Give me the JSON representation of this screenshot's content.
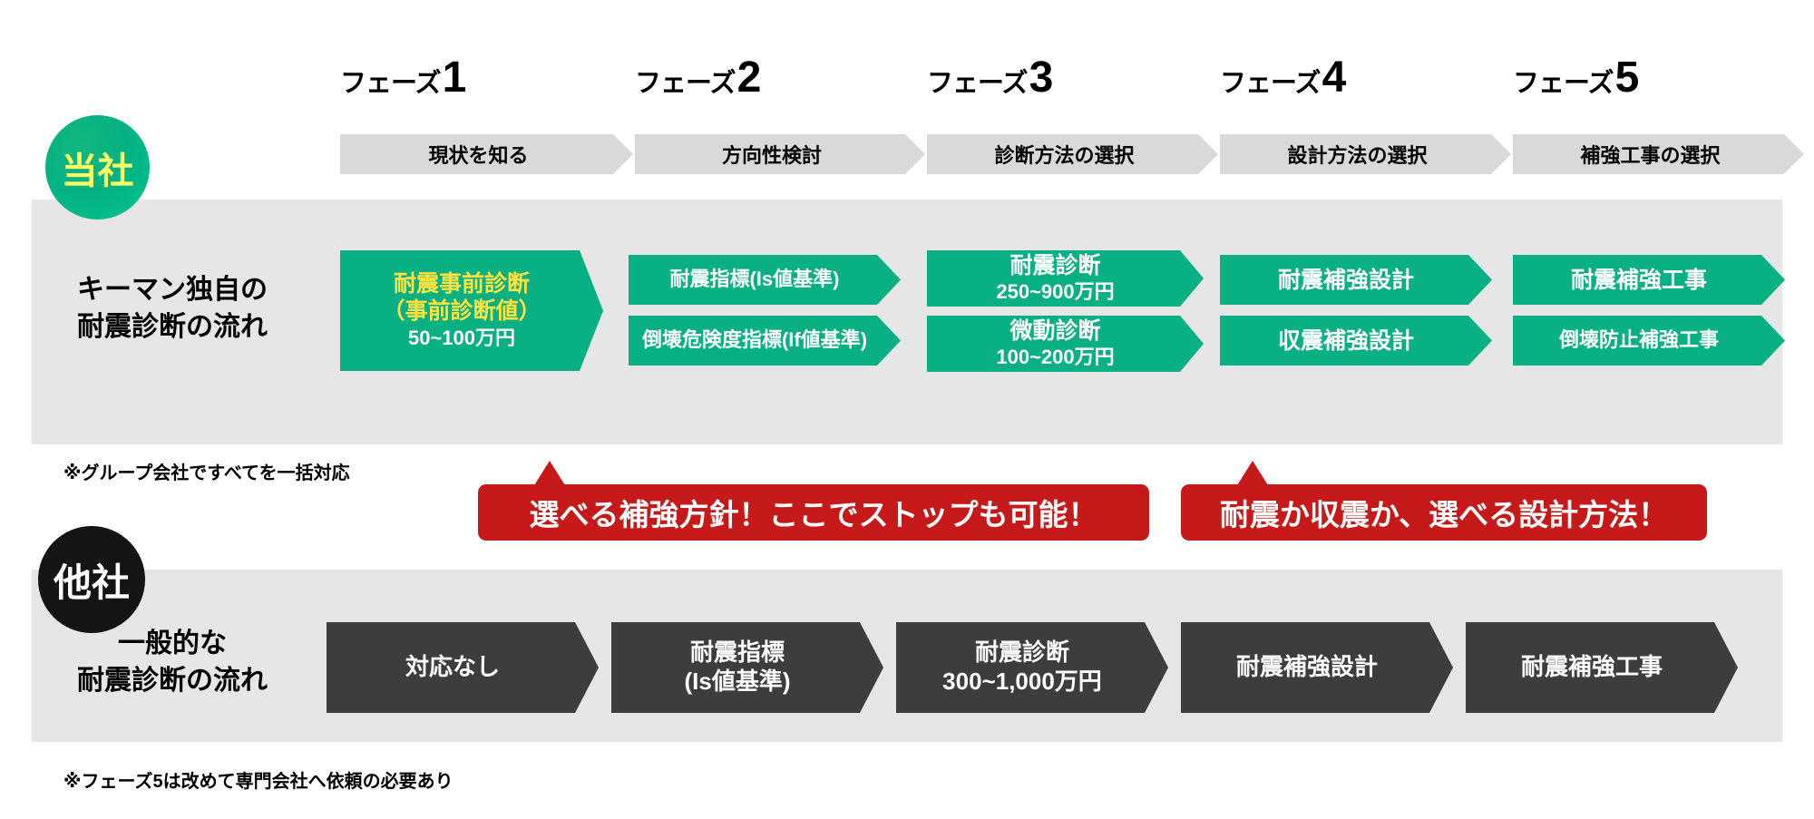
{
  "phases": [
    {
      "word": "フェーズ",
      "digit": "1",
      "bar": "現状を知る"
    },
    {
      "word": "フェーズ",
      "digit": "2",
      "bar": "方向性検討"
    },
    {
      "word": "フェーズ",
      "digit": "3",
      "bar": "診断方法の選択"
    },
    {
      "word": "フェーズ",
      "digit": "4",
      "bar": "設計方法の選択"
    },
    {
      "word": "フェーズ",
      "digit": "5",
      "bar": "補強工事の選択"
    }
  ],
  "own": {
    "badge": "当社",
    "row_label": "キーマン独自の\n耐震診断の流れ",
    "steps": {
      "p1": {
        "line1": "耐震事前診断",
        "line2": "（事前診断値）",
        "line3": "50~100万円"
      },
      "p2_top": {
        "line1": "耐震指標(Is値基準)"
      },
      "p2_bottom": {
        "line1": "倒壊危険度指標(If値基準)"
      },
      "p3_top": {
        "line1": "耐震診断",
        "line3": "250~900万円"
      },
      "p3_bottom": {
        "line1": "微動診断",
        "line3": "100~200万円"
      },
      "p4_top": {
        "line1": "耐震補強設計"
      },
      "p4_bottom": {
        "line1": "収震補強設計"
      },
      "p5_top": {
        "line1": "耐震補強工事"
      },
      "p5_bottom": {
        "line1": "倒壊防止補強工事"
      }
    },
    "note": "※グループ会社ですべてを一括対応"
  },
  "callouts": [
    {
      "text": "選べる補強方針！ここでストップも可能！"
    },
    {
      "text": "耐震か収震か、選べる設計方法！"
    }
  ],
  "other": {
    "badge": "他社",
    "row_label": "一般的な\n耐震診断の流れ",
    "steps": [
      {
        "line1": "対応なし",
        "line3": ""
      },
      {
        "line1": "耐震指標",
        "line3": "(Is値基準)"
      },
      {
        "line1": "耐震診断",
        "line3": "300~1,000万円"
      },
      {
        "line1": "耐震補強設計",
        "line3": ""
      },
      {
        "line1": "耐震補強工事",
        "line3": ""
      }
    ],
    "note": "※フェーズ5は改めて専門会社へ依頼の必要あり"
  },
  "colors": {
    "green": "#08b083",
    "dark": "#3d3d3d",
    "red": "#c61a1a",
    "band": "#e6e6e6",
    "bar": "#d9d9d9",
    "yellow": "#ffe23d"
  }
}
